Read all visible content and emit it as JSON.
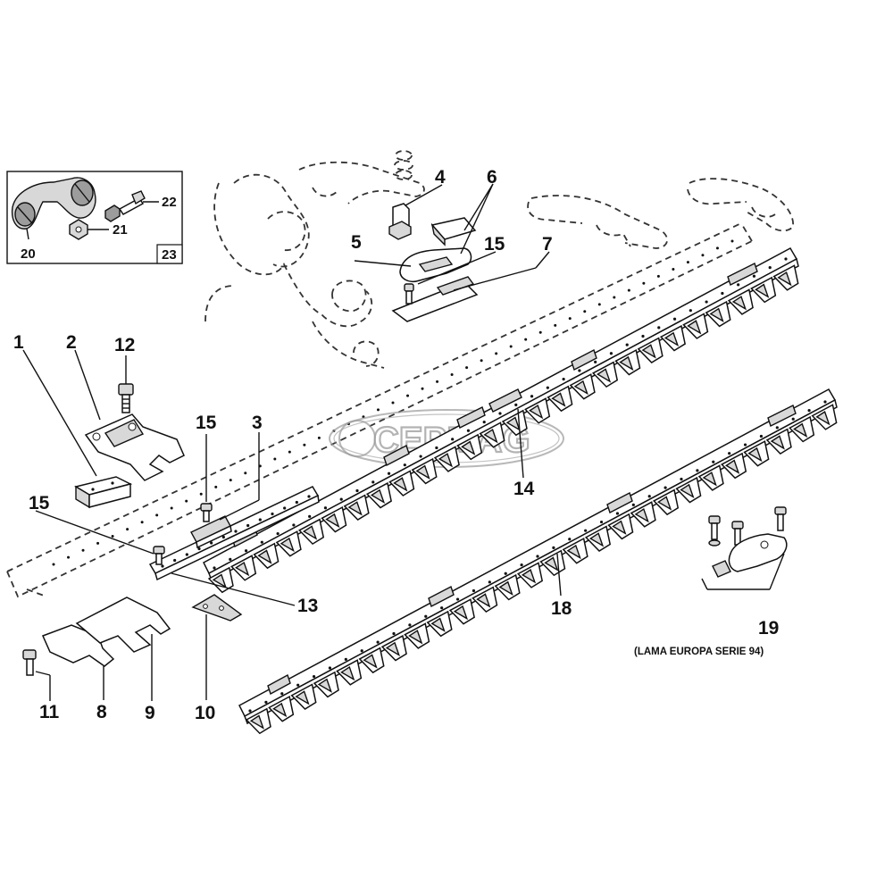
{
  "watermark": {
    "text": "CEPMAG"
  },
  "callouts": {
    "c1": "1",
    "c2": "2",
    "c3": "3",
    "c4": "4",
    "c5": "5",
    "c6": "6",
    "c7": "7",
    "c8": "8",
    "c9": "9",
    "c10": "10",
    "c11": "11",
    "c12": "12",
    "c13": "13",
    "c14": "14",
    "c15a": "15",
    "c15b": "15",
    "c15c": "15",
    "c18": "18",
    "c19": "19",
    "c20": "20",
    "c21": "21",
    "c22": "22",
    "c23": "23"
  },
  "inset": {
    "label_box": "23"
  },
  "captions": {
    "c19_note": "(LAMA EUROPA SERIE 94)"
  },
  "colors": {
    "line": "#111111",
    "part_grey": "#d8d8d8",
    "part_dark": "#9c9c9c",
    "watermark": "#9a9a9a"
  }
}
